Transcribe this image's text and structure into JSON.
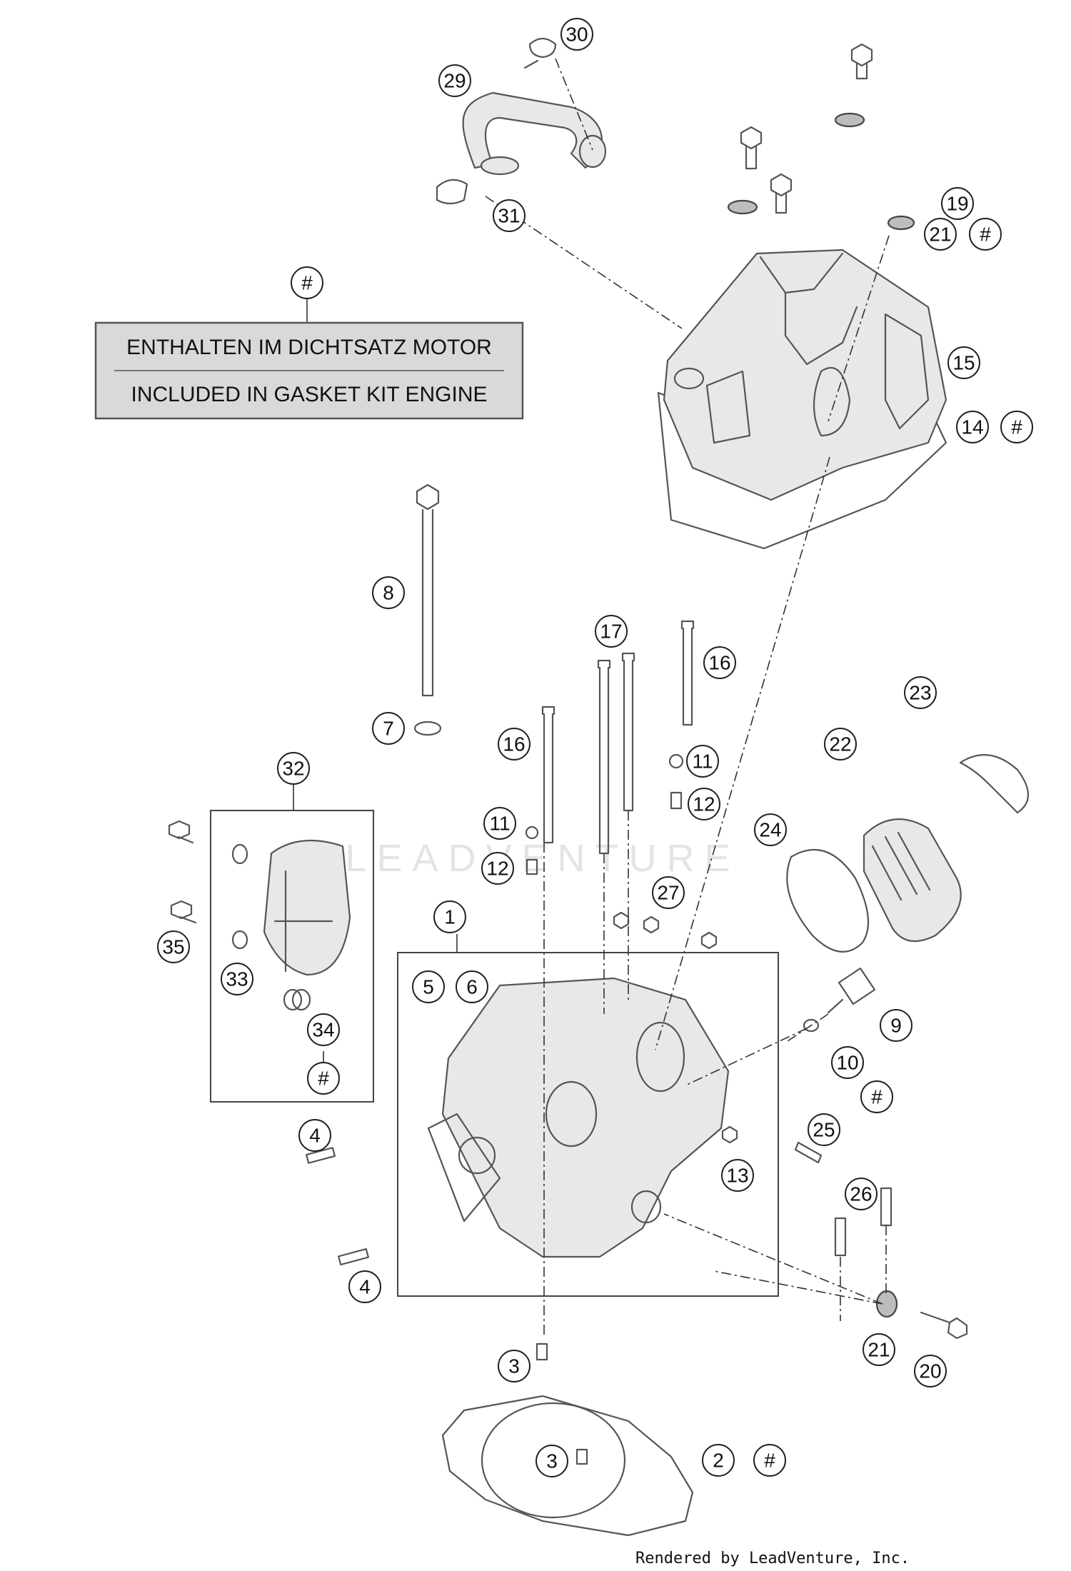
{
  "legend": {
    "marker": "#",
    "line_de": "ENTHALTEN IM DICHTSATZ MOTOR",
    "line_en": "INCLUDED IN GASKET KIT ENGINE"
  },
  "watermark": "LEADVENTURE",
  "footer": "Rendered by LeadVenture, Inc.",
  "callouts": {
    "c30": "30",
    "c29": "29",
    "c31": "31",
    "c19": "19",
    "c21a": "21",
    "c21a_hash": "#",
    "c15": "15",
    "c14": "14",
    "c14_hash": "#",
    "c8": "8",
    "c7": "7",
    "c17": "17",
    "c16a": "16",
    "c16b": "16",
    "c11a": "11",
    "c12a": "12",
    "c11b": "11",
    "c12b": "12",
    "c23": "23",
    "c22": "22",
    "c24": "24",
    "c32": "32",
    "c35": "35",
    "c33": "33",
    "c34": "34",
    "c34_hash": "#",
    "c27": "27",
    "c1": "1",
    "c5": "5",
    "c6": "6",
    "c9": "9",
    "c10": "10",
    "c10_hash": "#",
    "c4a": "4",
    "c4b": "4",
    "c25": "25",
    "c13": "13",
    "c26": "26",
    "c21b": "21",
    "c20": "20",
    "c3a": "3",
    "c3b": "3",
    "c2": "2",
    "c2_hash": "#"
  }
}
